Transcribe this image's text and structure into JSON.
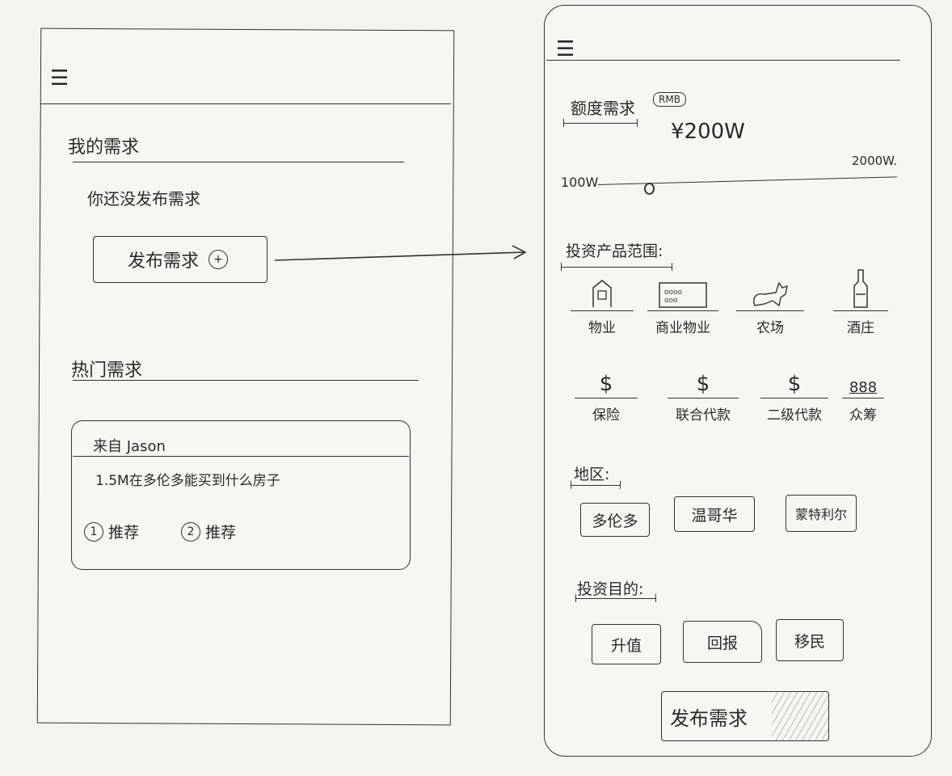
{
  "left_screen": {
    "menu_icon": "hamburger-icon",
    "my_needs_title": "我的需求",
    "empty_text": "你还没发布需求",
    "publish_button": "发布需求",
    "publish_icon": "plus-circle-icon",
    "hot_needs_title": "热门需求",
    "card": {
      "from": "来自 Jason",
      "question": "1.5M在多伦多能买到什么房子",
      "recommendations": [
        {
          "num": "1",
          "label": "推荐"
        },
        {
          "num": "2",
          "label": "推荐"
        }
      ]
    }
  },
  "right_screen": {
    "menu_icon": "hamburger-icon",
    "amount": {
      "title": "额度需求",
      "currency_badge": "RMB",
      "value": "¥200W",
      "min_label": "100W",
      "max_label": "2000W."
    },
    "products": {
      "title": "投资产品范围:",
      "items": [
        {
          "label": "物业",
          "icon": "house-icon"
        },
        {
          "label": "商业物业",
          "icon": "building-icon"
        },
        {
          "label": "农场",
          "icon": "animal-icon"
        },
        {
          "label": "酒庄",
          "icon": "wine-bottle-icon"
        },
        {
          "label": "保险",
          "icon": "dollar-icon",
          "glyph": "$"
        },
        {
          "label": "联合代款",
          "icon": "dollar-icon",
          "glyph": "$"
        },
        {
          "label": "二级代款",
          "icon": "dollar-icon",
          "glyph": "$"
        },
        {
          "label": "众筹",
          "icon": "people-icon",
          "glyph": "888"
        }
      ]
    },
    "region": {
      "title": "地区:",
      "options": [
        "多伦多",
        "温哥华",
        "蒙特利尔"
      ]
    },
    "purpose": {
      "title": "投资目的:",
      "options": [
        "升值",
        "回报",
        "移民"
      ]
    },
    "submit_button": "发布需求"
  }
}
